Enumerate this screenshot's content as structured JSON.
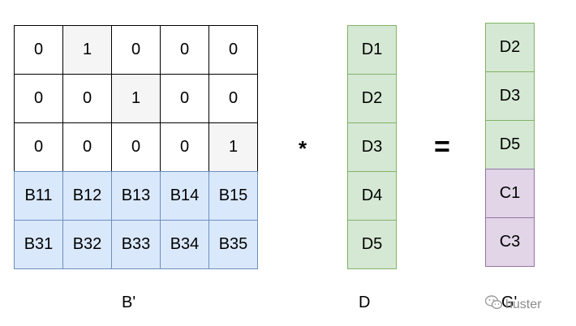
{
  "matrix_b": {
    "rows": [
      [
        "0",
        "1",
        "0",
        "0",
        "0"
      ],
      [
        "0",
        "0",
        "1",
        "0",
        "0"
      ],
      [
        "0",
        "0",
        "0",
        "0",
        "1"
      ],
      [
        "B11",
        "B12",
        "B13",
        "B14",
        "B15"
      ],
      [
        "B31",
        "B32",
        "B33",
        "B34",
        "B35"
      ]
    ],
    "highlighted": [
      [
        0,
        1
      ],
      [
        1,
        2
      ],
      [
        2,
        4
      ]
    ],
    "blue_rows": [
      3,
      4
    ],
    "label": "B'"
  },
  "vector_d": {
    "cells": [
      "D1",
      "D2",
      "D3",
      "D4",
      "D5"
    ],
    "label": "D"
  },
  "vector_g": {
    "cells": [
      "D2",
      "D3",
      "D5",
      "C1",
      "C3"
    ],
    "purple_from_index": 3,
    "label": "G'"
  },
  "operators": {
    "multiply": "*",
    "equals": "="
  },
  "watermark": {
    "text": "huster",
    "icon": "wechat-icon"
  },
  "colors": {
    "white": "#ffffff",
    "highlight_gray": "#f5f5f5",
    "blue_fill": "#dae8fc",
    "blue_stroke": "#6c8ebf",
    "green_fill": "#d5e8d4",
    "green_stroke": "#82b366",
    "purple_fill": "#e1d5e7",
    "purple_stroke": "#9673a6",
    "black": "#000000"
  }
}
